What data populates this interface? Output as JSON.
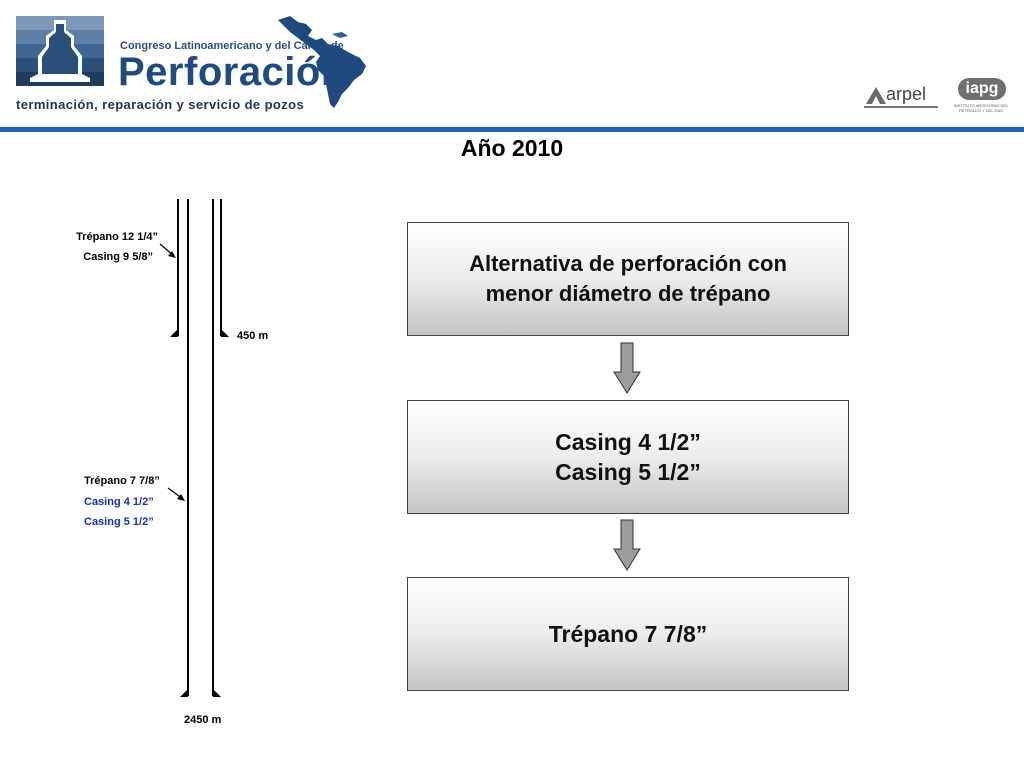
{
  "header": {
    "congress_line": "Congreso Latinoamericano y del Caribe de",
    "brand_word": "Perforación",
    "tagline": "terminación, reparación y servicio de pozos",
    "arpel_logo_text": "arpel",
    "iapg_logo_text": "iapg",
    "iapg_subtext": "INSTITUTO ARGENTINO DEL PETRÓLEO Y DEL GAS",
    "rule_color": "#1f63b5"
  },
  "title": "Año 2010",
  "well_schematic": {
    "upper_bit_label": "Trépano 12 1/4”",
    "upper_casing_label": "Casing 9 5/8”",
    "upper_depth_label": "450 m",
    "lower_bit_label": "Trépano 7 7/8”",
    "lower_casing_labels": [
      "Casing 4 1/2”",
      "Casing 5 1/2”"
    ],
    "lower_casing_label_color": "#1c2fb8",
    "bottom_depth_label": "2450 m"
  },
  "flow": {
    "box1_lines": [
      "Alternativa de perforación con",
      "menor diámetro de trépano"
    ],
    "box2_lines": [
      "Casing 4 1/2”",
      "Casing 5 1/2”"
    ],
    "box3_text": "Trépano 7 7/8”",
    "arrow_icon": "down-arrow-icon"
  }
}
